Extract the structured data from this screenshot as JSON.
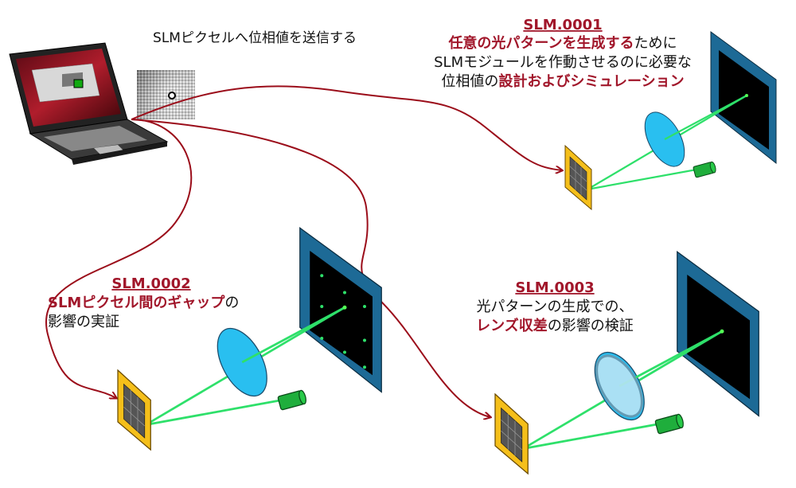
{
  "top_label": "SLMピクセルへ位相値を送信する",
  "slm0001": {
    "id": "SLM.0001",
    "line1_red": "任意の光パターンを生成する",
    "line1_black": "ために",
    "line2": "SLMモジュールを作動させるのに必要な",
    "line3_black": "位相値の",
    "line3_red": "設計およびシミュレーション"
  },
  "slm0002": {
    "id": "SLM.0002",
    "line1_red": "SLMピクセル間のギャップ",
    "line1_black": "の",
    "line2": "影響の実証"
  },
  "slm0003": {
    "id": "SLM.0003",
    "line1": "光パターンの生成での、",
    "line2_red": "レンズ収差",
    "line2_black": "の影響の検証"
  },
  "colors": {
    "accent_red": "#a1162a",
    "arrow": "#9b0d1a",
    "beam": "#2ee06a",
    "lens": "#29bff0",
    "screen_frame": "#1d6a96",
    "slm": "#f5bf1a"
  }
}
